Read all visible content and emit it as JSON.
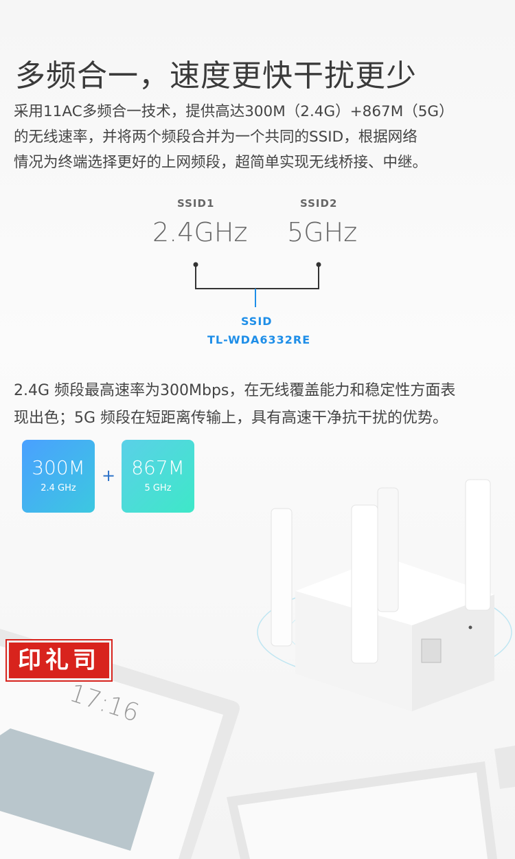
{
  "title": "多频合一，速度更快干扰更少",
  "intro_lines": [
    "采用11AC多频合一技术，提供高达300M（2.4G）+867M（5G）",
    "的无线速率，并将两个频段合并为一个共同的SSID，根据网络",
    "情况为终端选择更好的上网频段，超简单实现无线桥接、中继。"
  ],
  "diagram": {
    "ssid1_label": "SSID1",
    "ssid1_band": "2.4GHz",
    "ssid2_label": "SSID2",
    "ssid2_band": "5GHz",
    "merged_label": "SSID",
    "merged_name": "TL-WDA6332RE"
  },
  "band_lines": [
    "2.4G 频段最高速率为300Mbps，在无线覆盖能力和稳定性方面表",
    "现出色；5G 频段在短距离传输上，具有高速干净抗干扰的优势。"
  ],
  "cards": [
    {
      "speed": "300M",
      "band": "2.4 GHz"
    },
    {
      "speed": "867M",
      "band": "5 GHz"
    }
  ],
  "plus": "+",
  "tablet_clock": "17:16",
  "logo_text": "印礼司",
  "logo_mark": "®"
}
